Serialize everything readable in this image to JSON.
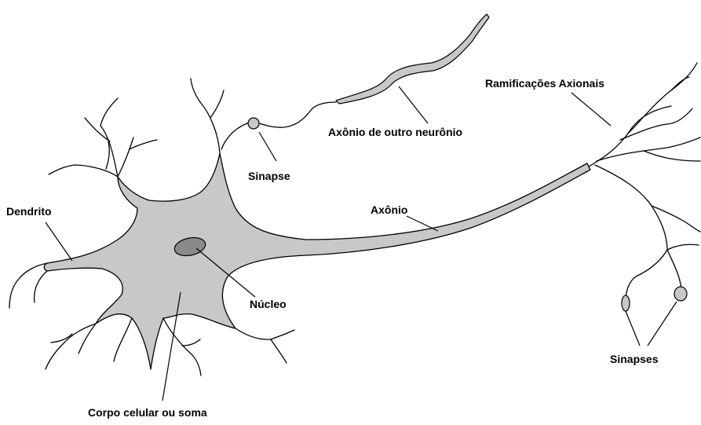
{
  "labels": {
    "dendrito": "Dendrito",
    "sinapse": "Sinapse",
    "axonio_outro": "Axônio de outro neurônio",
    "ramificacoes": "Ramificações Axionais",
    "axonio": "Axônio",
    "nucleo": "Núcleo",
    "corpo": "Corpo celular ou soma",
    "sinapses": "Sinapses"
  },
  "colors": {
    "fill": "#c8c8c8",
    "nucleus": "#8a8a8a",
    "line": "#000000",
    "background": "#ffffff"
  }
}
